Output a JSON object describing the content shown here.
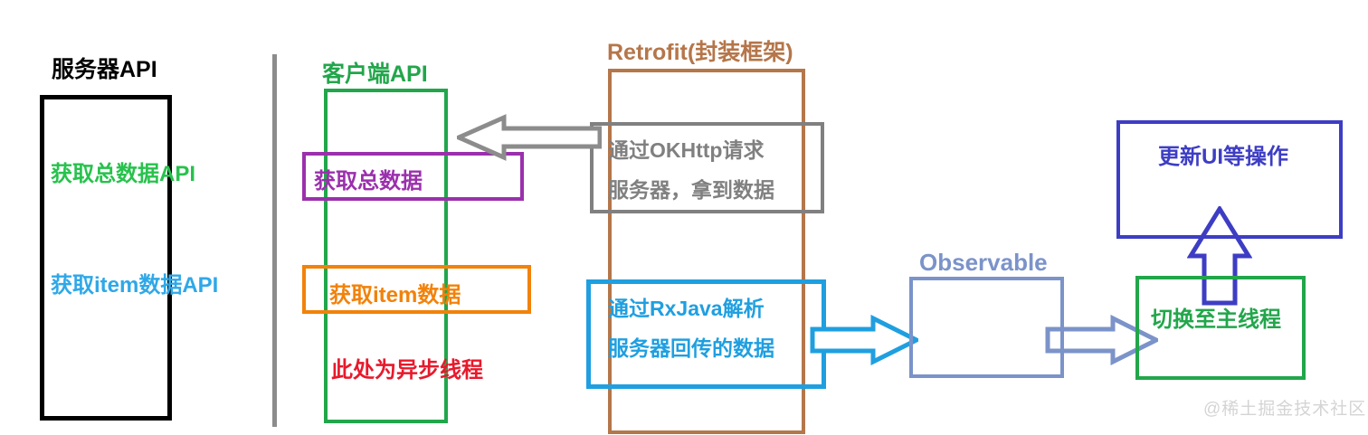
{
  "diagram": {
    "title_server": "服务器API",
    "title_client": "客户端API",
    "title_retrofit": "Retrofit(封装框架)",
    "title_observable": "Observable",
    "watermark": "@稀土掘金技术社区"
  },
  "server_panel": {
    "heading": "服务器API",
    "apis": [
      {
        "label": "获取总数据API",
        "color": "#27c24c"
      },
      {
        "label": "获取item数据API",
        "color": "#2fa8e8"
      }
    ],
    "border_color": "#000000"
  },
  "client_panel": {
    "heading": "客户端API",
    "border_color": "#22a64b",
    "sub_boxes": [
      {
        "label": "获取总数据",
        "color": "#9b30ad"
      },
      {
        "label": "获取item数据",
        "color": "#f2820a"
      }
    ],
    "note": "此处为异步线程",
    "note_color": "#e8192c"
  },
  "retrofit_panel": {
    "heading": "Retrofit(封装框架)",
    "border_color": "#b5764a",
    "okhttp": {
      "line1": "通过OKHttp请求",
      "line2": "服务器，拿到数据",
      "color": "#808080"
    },
    "rxjava": {
      "line1": "通过RxJava解析",
      "line2": "服务器回传的数据",
      "color": "#1f9fe0"
    }
  },
  "observable_panel": {
    "heading": "Observable",
    "border_color": "#7b93c9"
  },
  "right_panel": {
    "ui_box": {
      "label": "更新UI等操作",
      "color": "#3d3dc4"
    },
    "main_thread_box": {
      "label": "切换至主线程",
      "color": "#22a64b"
    }
  },
  "arrows": [
    {
      "name": "retrofit-to-client-arrow",
      "direction": "left",
      "color": "#808080"
    },
    {
      "name": "rxjava-to-observable-arrow",
      "direction": "right",
      "color": "#1f9fe0"
    },
    {
      "name": "observable-to-main-thread-arrow",
      "direction": "right",
      "color": "#7b93c9"
    },
    {
      "name": "main-thread-to-ui-arrow",
      "direction": "up",
      "color": "#3d3dc4"
    }
  ]
}
